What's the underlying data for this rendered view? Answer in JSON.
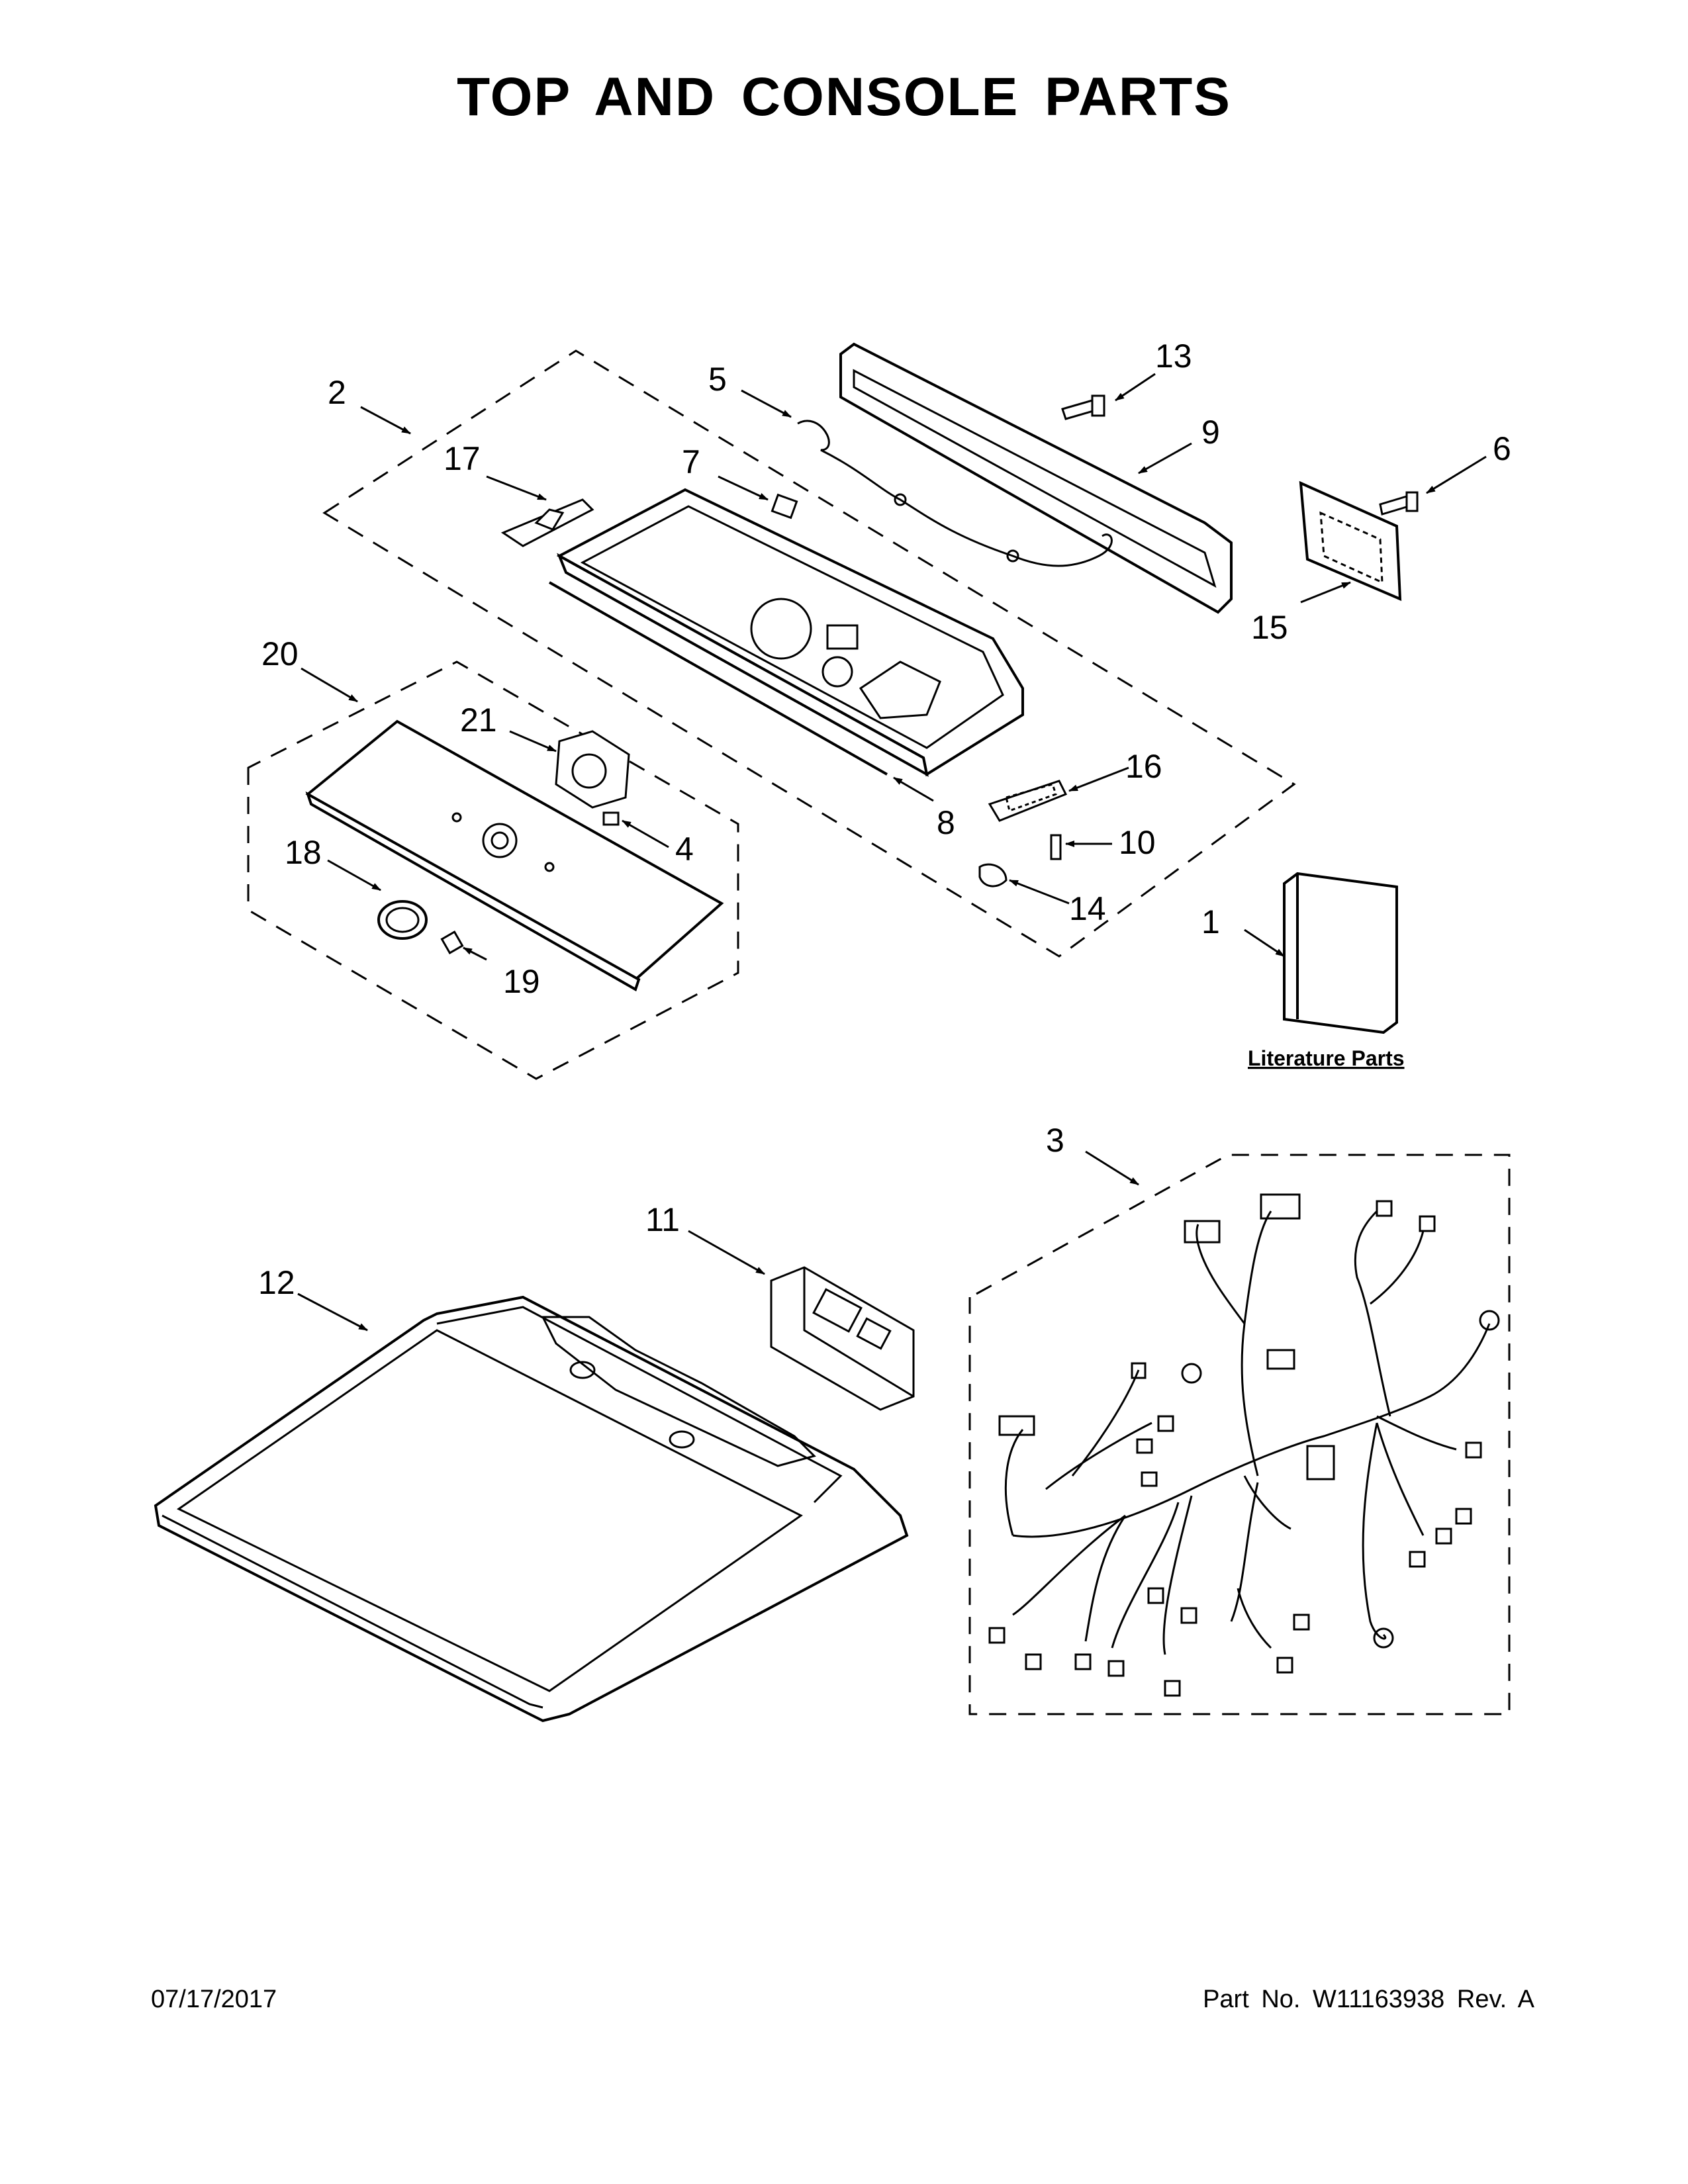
{
  "title": "TOP AND CONSOLE PARTS",
  "callouts": {
    "c1": "1",
    "c2": "2",
    "c3": "3",
    "c4": "4",
    "c5": "5",
    "c6": "6",
    "c7": "7",
    "c8": "8",
    "c9": "9",
    "c10": "10",
    "c11": "11",
    "c12": "12",
    "c13": "13",
    "c14": "14",
    "c15": "15",
    "c16": "16",
    "c17": "17",
    "c18": "18",
    "c19": "19",
    "c20": "20",
    "c21": "21"
  },
  "literature_label": "Literature Parts",
  "footer": {
    "date": "07/17/2017",
    "part_no": "Part No.  W11163938  Rev.  A"
  }
}
